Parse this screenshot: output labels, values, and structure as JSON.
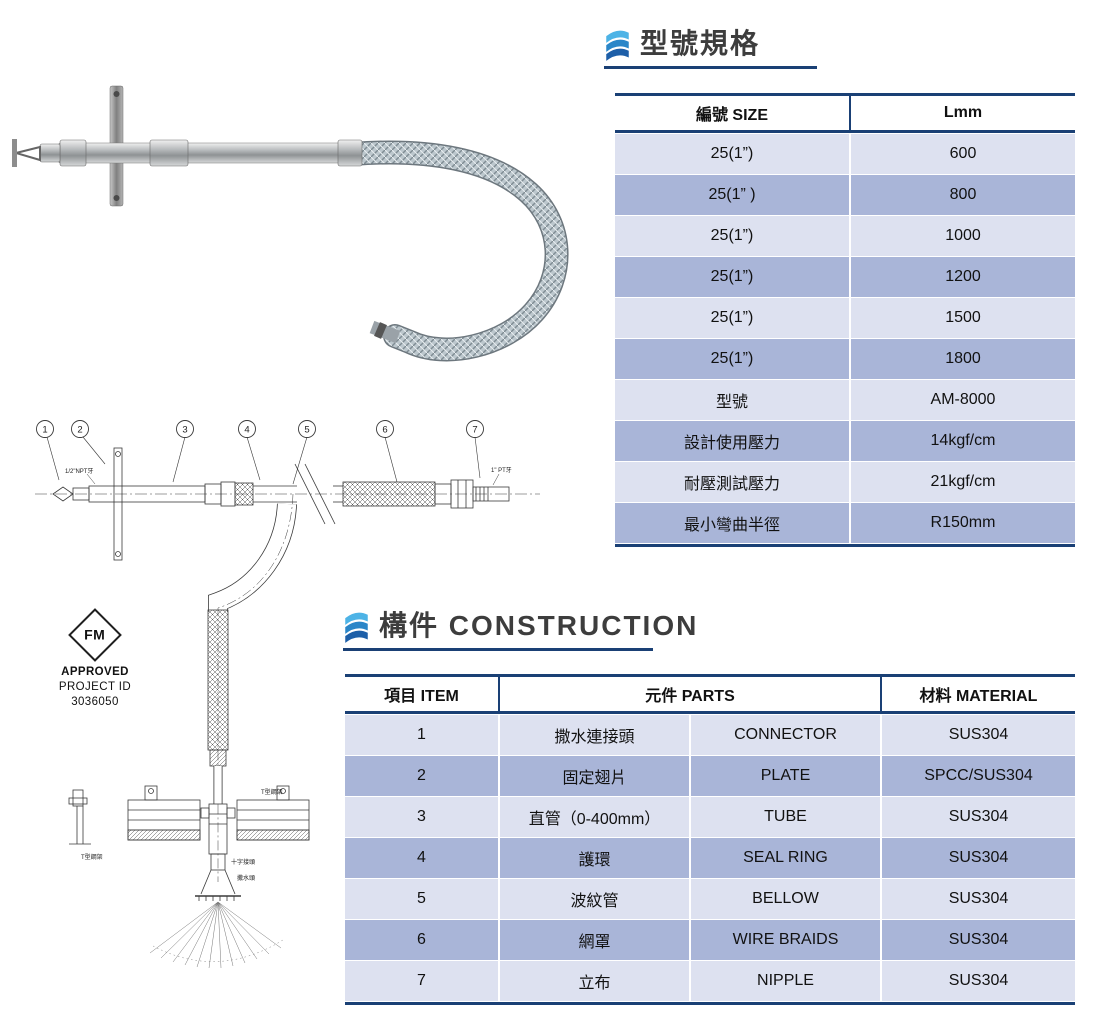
{
  "page": {
    "bg": "#ffffff"
  },
  "colors": {
    "row_light": "#dde1f0",
    "row_dark": "#a9b5d8",
    "navy": "#1a4075",
    "ribbon_light": "#4db3e6",
    "ribbon_mid": "#2a86c8",
    "ribbon_dark": "#1d5fa8"
  },
  "spec": {
    "title": "型號規格",
    "table": {
      "headers": [
        "編號 SIZE",
        "Lmm"
      ],
      "rows": [
        [
          "25(1”)",
          "600"
        ],
        [
          "25(1” )",
          "800"
        ],
        [
          "25(1”)",
          "1000"
        ],
        [
          "25(1”)",
          "1200"
        ],
        [
          "25(1”)",
          "1500"
        ],
        [
          "25(1”)",
          "1800"
        ],
        [
          "型號",
          "AM-8000"
        ],
        [
          "設計使用壓力",
          "14kgf/cm"
        ],
        [
          "耐壓測試壓力",
          "21kgf/cm"
        ],
        [
          "最小彎曲半徑",
          "R150mm"
        ]
      ]
    }
  },
  "construction": {
    "title": "構件 CONSTRUCTION",
    "table": {
      "headers": [
        "項目 ITEM",
        "元件 PARTS",
        "材料 MATERIAL"
      ],
      "rows": [
        {
          "item": "1",
          "zh": "撒水連接頭",
          "en": "CONNECTOR",
          "material": "SUS304"
        },
        {
          "item": "2",
          "zh": "固定翅片",
          "en": "PLATE",
          "material": "SPCC/SUS304"
        },
        {
          "item": "3",
          "zh": "直管（0-400mm）",
          "en": "TUBE",
          "material": "SUS304"
        },
        {
          "item": "4",
          "zh": "護環",
          "en": "SEAL RING",
          "material": "SUS304"
        },
        {
          "item": "5",
          "zh": "波紋管",
          "en": "BELLOW",
          "material": "SUS304"
        },
        {
          "item": "6",
          "zh": "網罩",
          "en": "WIRE BRAIDS",
          "material": "SUS304"
        },
        {
          "item": "7",
          "zh": "立布",
          "en": "NIPPLE",
          "material": "SUS304"
        }
      ]
    }
  },
  "drawing": {
    "callouts": [
      "1",
      "2",
      "3",
      "4",
      "5",
      "6",
      "7"
    ],
    "labels": {
      "npt": "1/2\"NPT牙",
      "pt": "1\" PT牙",
      "tbar_right": "T型鋼架",
      "tbar_left": "T型鋼架",
      "cross_joint": "十字接頭",
      "sprinkler_head": "撒水頭"
    },
    "fm": "FM",
    "approved": "APPROVED",
    "project_id_label": "PROJECT ID",
    "project_id": "3036050"
  }
}
